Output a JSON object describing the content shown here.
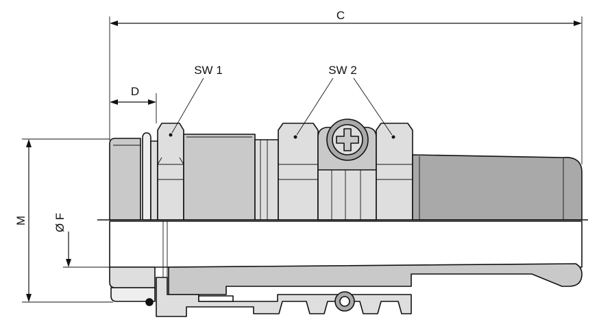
{
  "diagram": {
    "labels": {
      "c": "C",
      "d": "D",
      "sw1": "SW 1",
      "sw2": "SW 2",
      "m": "M",
      "f": "Ø F"
    },
    "colors": {
      "line": "#111111",
      "metal_light": "#dedede",
      "metal_mid": "#c9c9c9",
      "metal_dark": "#a9a9a9",
      "background": "#ffffff"
    }
  }
}
